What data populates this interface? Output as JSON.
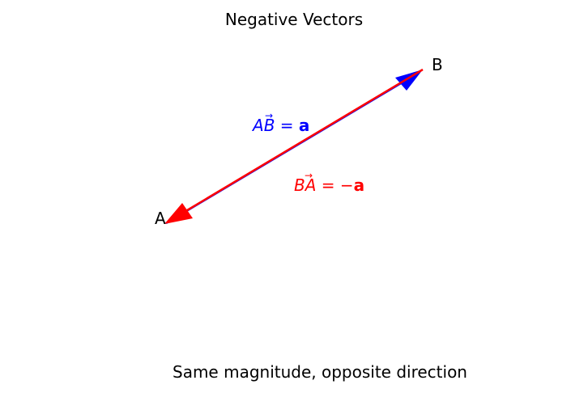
{
  "title": "Negative Vectors",
  "points": {
    "a": "A",
    "b": "B"
  },
  "labels": {
    "ab": {
      "vector_from": "A",
      "vector_to": "B",
      "equals": " = ",
      "rhs": "a",
      "color": "#0000ff"
    },
    "ba": {
      "vector_from": "B",
      "vector_to": "A",
      "equals": " = −",
      "rhs": "a",
      "color": "#ff0000"
    }
  },
  "arrows": {
    "ab_color": "#0000ff",
    "ba_color": "#ff0000"
  },
  "caption": "Same magnitude, opposite direction"
}
